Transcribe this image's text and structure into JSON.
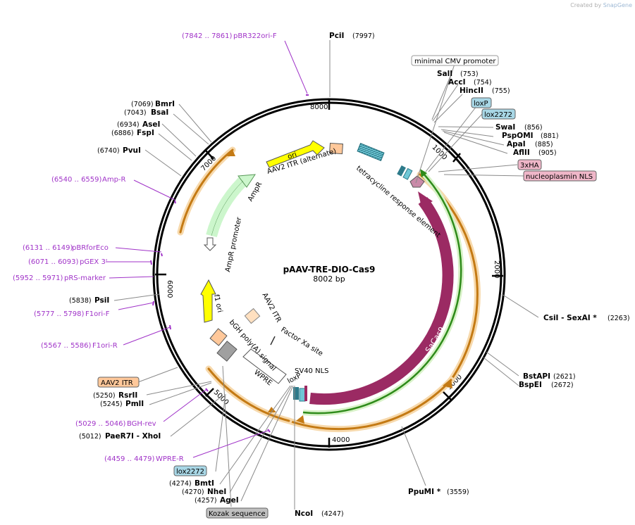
{
  "credit": {
    "prefix": "Created by",
    "brand": "SnapGene"
  },
  "plasmid": {
    "name": "pAAV-TRE-DIO-Cas9",
    "size": "8002 bp"
  },
  "colors": {
    "backbone": "#000000",
    "primer": "#a033c8",
    "saCas9": "#9b2a63",
    "loxp_box": "#a8d7e6",
    "nls_box": "#efb6c8",
    "itr_box": "#ffc89a",
    "kozak_box": "#c0c0c0",
    "ori": "#ffff00",
    "ampr": "#ccf6cc",
    "orange_arrow": "#c47a14",
    "green_arrow": "#2e8b1a"
  },
  "ticks": [
    "1000",
    "2000",
    "3000",
    "4000",
    "5000",
    "6000",
    "7000",
    "8000"
  ],
  "enzymes": [
    {
      "name": "PciI",
      "pos": "(7997)"
    },
    {
      "name": "SalI",
      "pos": "(753)"
    },
    {
      "name": "AccI",
      "pos": "(754)"
    },
    {
      "name": "HincII",
      "pos": "(755)"
    },
    {
      "name": "SwaI",
      "pos": "(856)"
    },
    {
      "name": "PspOMI",
      "pos": "(881)"
    },
    {
      "name": "ApaI",
      "pos": "(885)"
    },
    {
      "name": "AflII",
      "pos": "(905)"
    },
    {
      "name": "BmrI",
      "pos": "(7069)"
    },
    {
      "name": "BsaI",
      "pos": "(7043)"
    },
    {
      "name": "AseI",
      "pos": "(6934)"
    },
    {
      "name": "FspI",
      "pos": "(6886)"
    },
    {
      "name": "PvuI",
      "pos": "(6740)"
    },
    {
      "name": "PsiI",
      "pos": "(5838)"
    },
    {
      "name": "CsiI  - SexAI *",
      "pos": "(2263)"
    },
    {
      "name": "BstAPI",
      "pos": "(2621)"
    },
    {
      "name": "BspEI",
      "pos": "(2672)"
    },
    {
      "name": "RsrII",
      "pos": "(5250)"
    },
    {
      "name": "PmlI",
      "pos": "(5245)"
    },
    {
      "name": "PaeR7I  - XhoI",
      "pos": "(5012)"
    },
    {
      "name": "PpuMI *",
      "pos": "(3559)"
    },
    {
      "name": "BmtI",
      "pos": "(4274)"
    },
    {
      "name": "NheI",
      "pos": "(4270)"
    },
    {
      "name": "AgeI",
      "pos": "(4257)"
    },
    {
      "name": "NcoI",
      "pos": "(4247)"
    }
  ],
  "primers": [
    {
      "range": "(7842 .. 7861)",
      "name": "pBR322ori-F"
    },
    {
      "range": "(6540 .. 6559)",
      "name": "Amp-R"
    },
    {
      "range": "(6131 .. 6149)",
      "name": "pBRforEco"
    },
    {
      "range": "(6071 .. 6093)",
      "name": "pGEX 3'"
    },
    {
      "range": "(5952 .. 5971)",
      "name": "pRS-marker"
    },
    {
      "range": "(5777 .. 5798)",
      "name": "F1ori-F"
    },
    {
      "range": "(5567 .. 5586)",
      "name": "F1ori-R"
    },
    {
      "range": "(5029 .. 5046)",
      "name": "BGH-rev"
    },
    {
      "range": "(4459 .. 4479)",
      "name": "WPRE-R"
    }
  ],
  "boxed_features": [
    {
      "name": "minimal CMV promoter"
    },
    {
      "name": "loxP"
    },
    {
      "name": "lox2272"
    },
    {
      "name": "3xHA"
    },
    {
      "name": "nucleoplasmin NLS"
    },
    {
      "name": "AAV2 ITR"
    },
    {
      "name": "lox2272"
    },
    {
      "name": "Kozak sequence"
    }
  ],
  "features": {
    "ori": "ori",
    "ampr": "AmpR",
    "ampr_promoter": "AmpR promoter",
    "itr_alt": "AAV2 ITR (alternate)",
    "tre": "tetracycline response element",
    "sacas9": "SaCas9",
    "f1ori": "f1 ori",
    "itr": "AAV2 ITR",
    "factor_xa": "Factor Xa site",
    "bgh": "bGH poly(A) signal",
    "wpre": "WPRE",
    "loxp": "loxP",
    "sv40": "SV40 NLS"
  }
}
